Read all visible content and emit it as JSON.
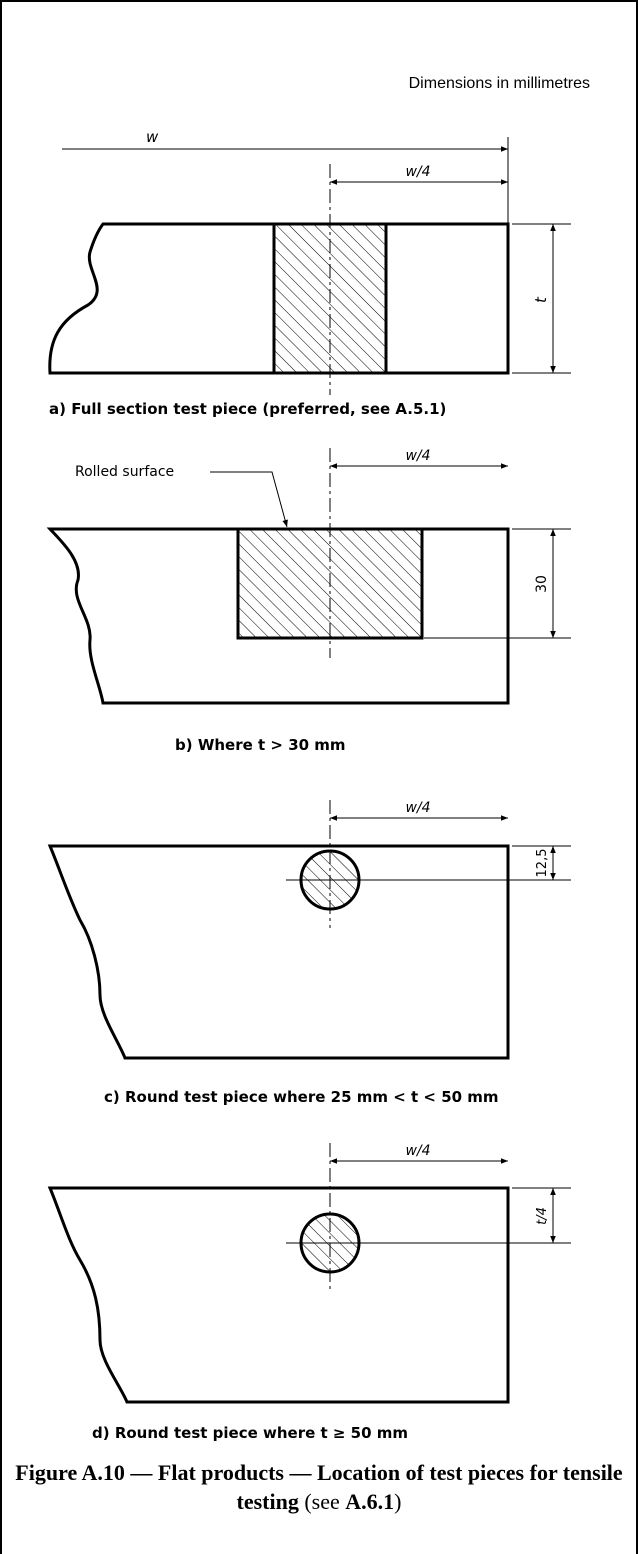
{
  "units_note": "Dimensions in millimetres",
  "labels": {
    "w": "w",
    "w4": "w/4",
    "t": "t",
    "t4": "t/4",
    "thirty": "30",
    "twelve_five": "12,5",
    "rolled_surface": "Rolled surface"
  },
  "subcaptions": {
    "a": "a) Full section test piece (preferred, see A.5.1)",
    "b": "b) Where t > 30 mm",
    "c": "c) Round test piece where 25 mm < t < 50 mm",
    "d": "d) Round test piece where t ≥ 50 mm"
  },
  "caption": {
    "main": "Figure A.10 — Flat products — Location of test pieces for tensile testing",
    "ref_prefix": "(see ",
    "ref_bold": "A.6.1",
    "ref_suffix": ")"
  }
}
